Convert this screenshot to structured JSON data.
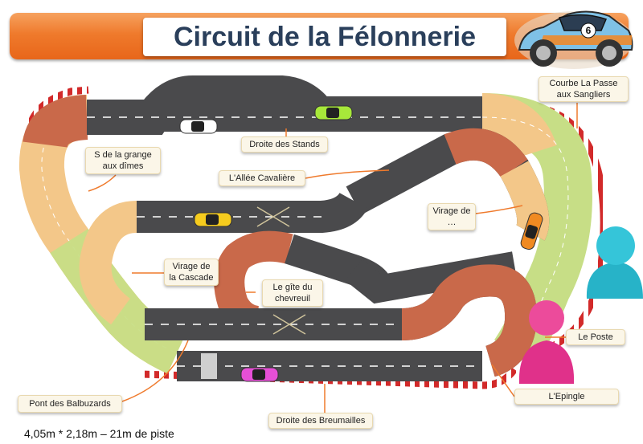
{
  "title": "Circuit de la Félonnerie",
  "labels": {
    "courbe": "Courbe La Passe aux Sangliers",
    "s_grange": "S de la grange aux dîmes",
    "stands": "Droite des Stands",
    "allee": "L'Allée Cavalière",
    "virage_de": "Virage de …",
    "cascade": "Virage de la Cascade",
    "gite": "Le gîte du chevreuil",
    "poste": "Le Poste",
    "epingle": "L'Epingle",
    "balbuzards": "Pont des Balbuzards",
    "breumailles": "Droite des Breumailles"
  },
  "footer": "4,05m * 2,18m – 21m de piste",
  "badge_number": "6",
  "colors": {
    "banner": "#ef7a2c",
    "title_text": "#2a3f5b",
    "track_dark": "#4a4a4c",
    "track_orange": "#f3c789",
    "track_green": "#c7de86",
    "track_brown": "#c9694a",
    "curb_red": "#d22a2a",
    "figure_cyan": "#27b3c8",
    "figure_pink": "#e0318a"
  },
  "icons": [
    "race-car-icon",
    "player-figure-icon"
  ]
}
